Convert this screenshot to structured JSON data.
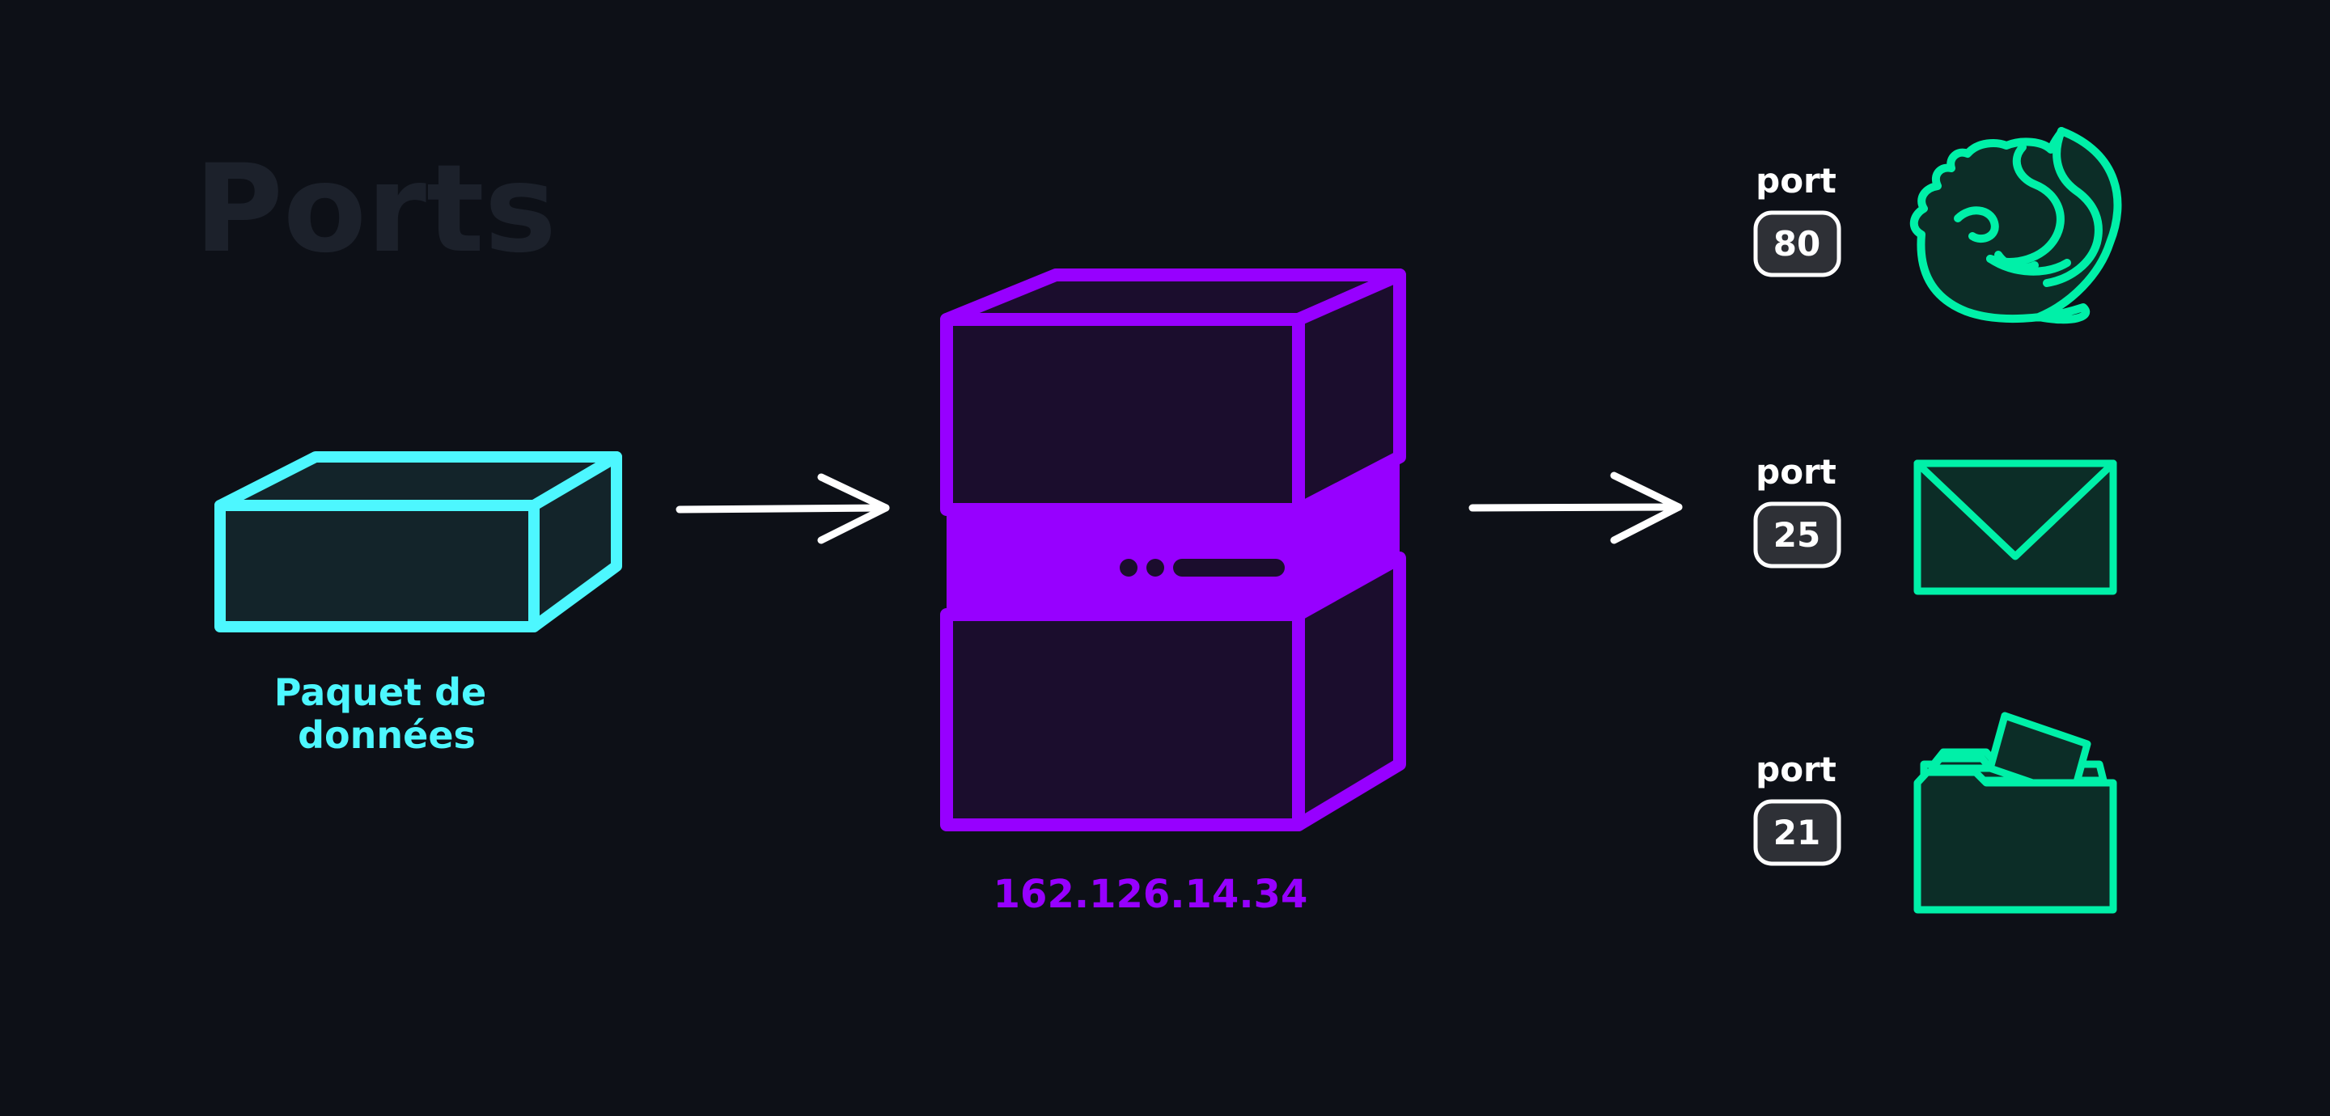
{
  "title": "Ports",
  "packet": {
    "label_line1": "Paquet de",
    "label_line2": "données"
  },
  "server": {
    "ip": "162.126.14.34"
  },
  "ports": [
    {
      "label": "port",
      "number": "80",
      "icon": "firefox-icon"
    },
    {
      "label": "port",
      "number": "25",
      "icon": "mail-envelope-icon"
    },
    {
      "label": "port",
      "number": "21",
      "icon": "folder-icon"
    }
  ],
  "colors": {
    "background": "#0d1017",
    "title": "#1c212b",
    "packet": "#4df7ff",
    "packet_fill": "#13242a",
    "server": "#9700ff",
    "server_fill": "#1b0d2d",
    "port_icon": "#00f0a8",
    "port_icon_fill": "#0c2d27",
    "badge_fill": "#2e3036",
    "text": "#ffffff"
  }
}
